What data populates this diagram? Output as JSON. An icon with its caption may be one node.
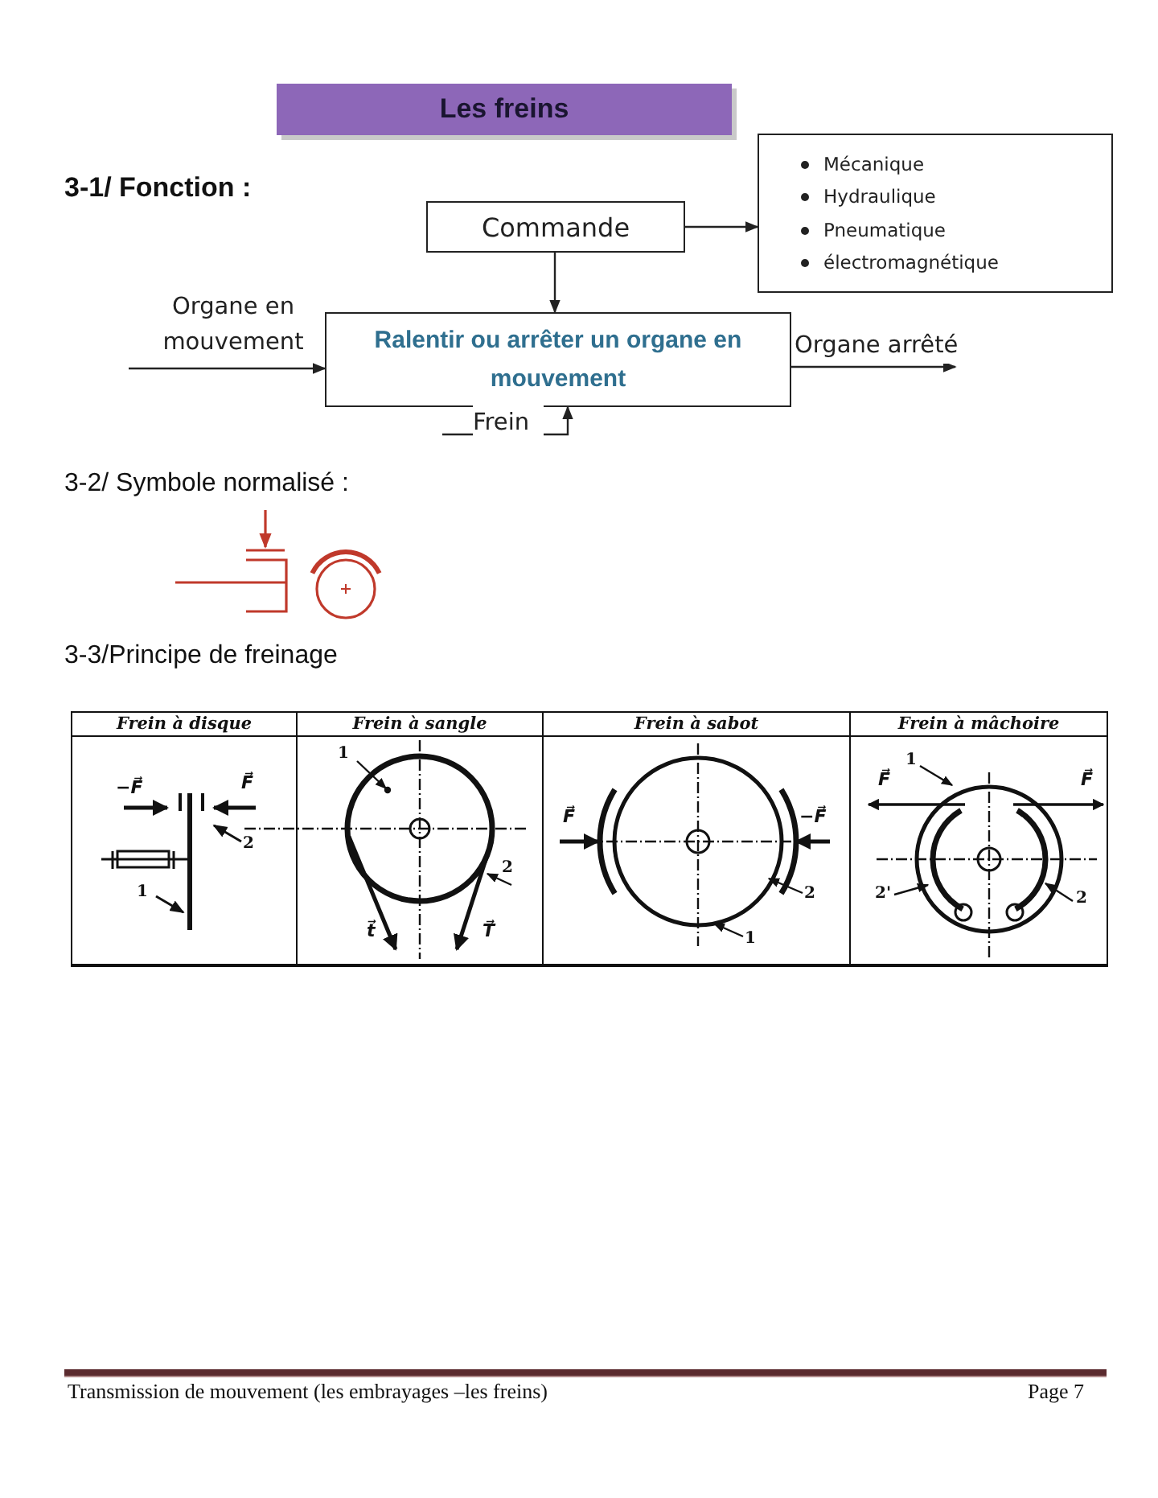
{
  "diagram": {
    "title": "Les freins",
    "nodes": [
      {
        "text": [
          "Commande"
        ]
      },
      {
        "text": [
          "Mécanique",
          "Hydraulique",
          "Pneumatique",
          "électromagnétique"
        ]
      },
      {
        "text": [
          "Ralentir ou arrêter un organe en mouvement"
        ]
      }
    ],
    "edges": [
      {
        "from": 0,
        "to": 1,
        "arrow": "to"
      },
      {
        "from": 0,
        "to": 2,
        "arrow": "to"
      },
      {
        "from": null,
        "to": 2,
        "arrow": "to",
        "label": "Organe en mouvement"
      },
      {
        "from": 2,
        "to": null,
        "arrow": "to",
        "label": "Organe arrêté"
      },
      {
        "from": null,
        "to": 2,
        "arrow": "to",
        "label": "Frein"
      }
    ],
    "labels": [
      "3-1/ Fonction :",
      "3-2/ Symbole normalisé :",
      "3-3/Principe de freinage",
      "Frein à disque",
      "Frein à sangle",
      "Frein à sabot",
      "Frein à mâchoire",
      "−F⃗",
      "F⃗",
      "2",
      "1",
      "1",
      "2",
      "t⃗",
      "T⃗",
      "F⃗",
      "−F⃗",
      "2",
      "1",
      "1",
      "F⃗",
      "F⃗",
      "2'",
      "2",
      "Transmission de mouvement (les embrayages –les freins)",
      "Page 7"
    ]
  }
}
